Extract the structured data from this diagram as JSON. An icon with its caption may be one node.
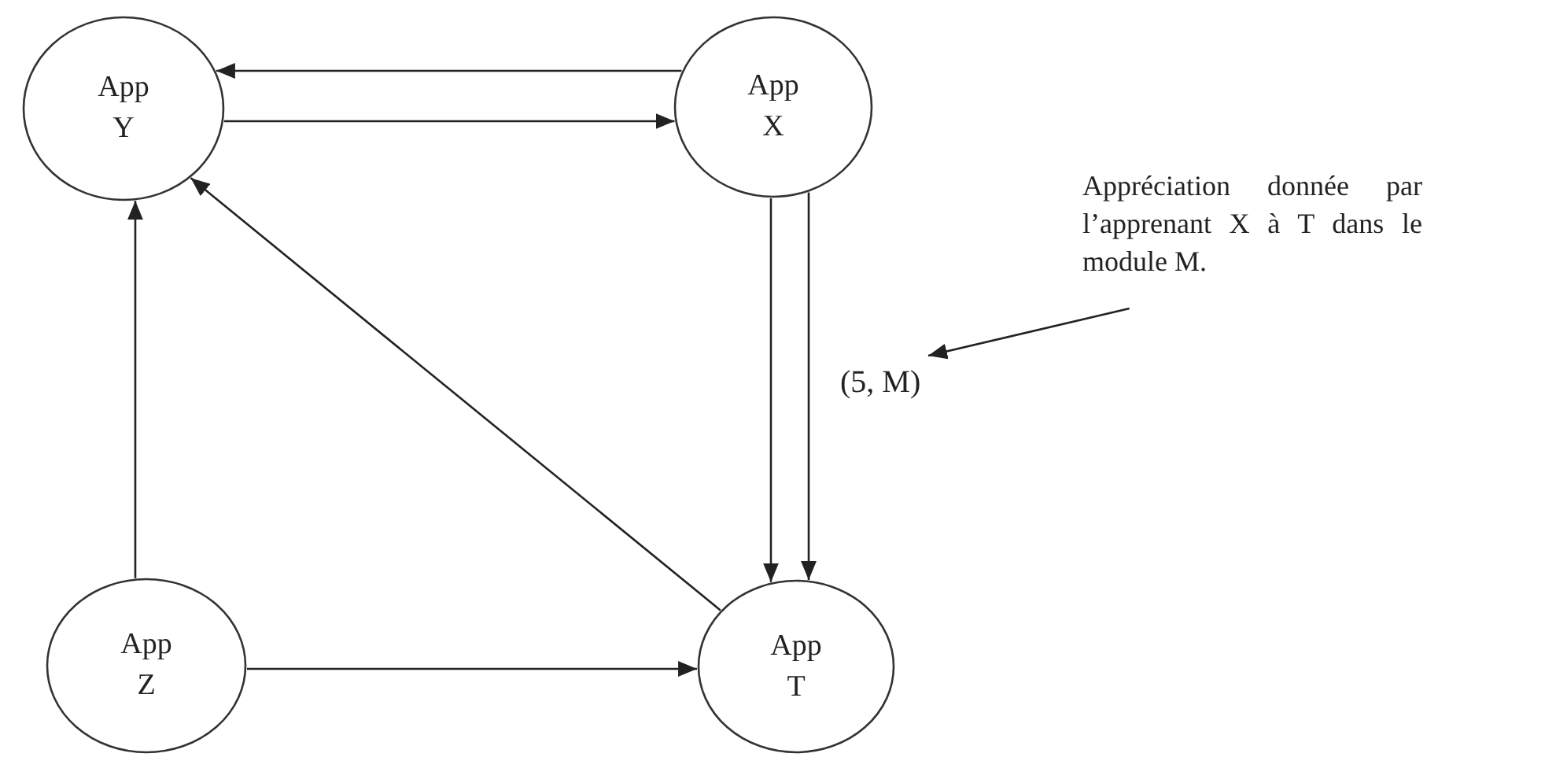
{
  "diagram": {
    "nodes": [
      {
        "text": [
          "App Y"
        ]
      },
      {
        "text": [
          "App X"
        ]
      },
      {
        "text": [
          "App Z"
        ]
      },
      {
        "text": [
          "App T"
        ]
      },
      {
        "text": [
          "Appréciation donnée par l’apprenant X à T dans le module M."
        ]
      },
      {
        "text": [
          "(5, M)"
        ]
      }
    ],
    "edges": [
      {
        "from": 1,
        "to": 0,
        "arrow": "to"
      },
      {
        "from": 0,
        "to": 1,
        "arrow": "to"
      },
      {
        "from": 1,
        "to": 3,
        "arrow": "to"
      },
      {
        "from": 1,
        "to": 3,
        "arrow": "to"
      },
      {
        "from": 2,
        "to": 0,
        "arrow": "to"
      },
      {
        "from": 3,
        "to": 0,
        "arrow": "to"
      },
      {
        "from": 2,
        "to": 3,
        "arrow": "to"
      },
      {
        "from": 4,
        "to": 5,
        "arrow": "to"
      }
    ]
  }
}
